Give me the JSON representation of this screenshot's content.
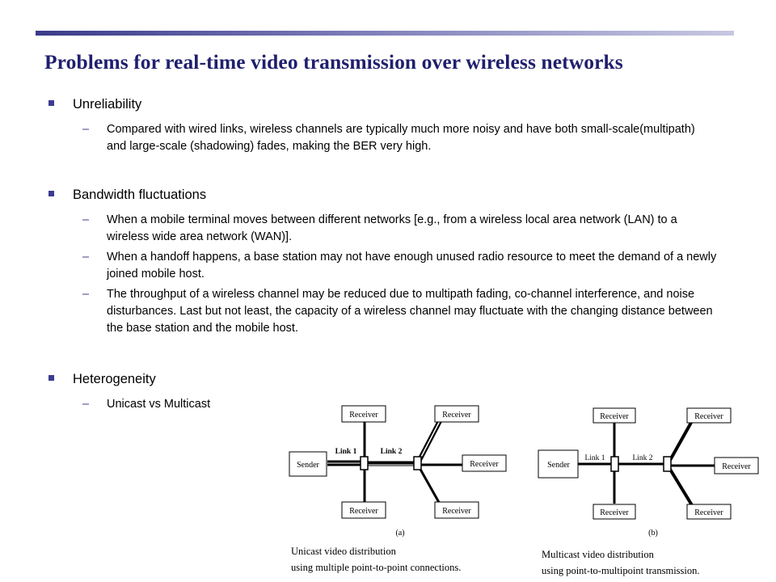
{
  "slide": {
    "title": "Problems for real-time video transmission over wireless networks",
    "sections": [
      {
        "heading": "Unreliability",
        "items": [
          "Compared with wired links, wireless channels are typically much more noisy and have both small-scale(multipath) and large-scale (shadowing) fades, making the BER very high."
        ]
      },
      {
        "heading": "Bandwidth fluctuations",
        "items": [
          "When a mobile terminal moves between different networks [e.g., from a wireless local area network (LAN) to a wireless wide area network (WAN)].",
          "When a handoff happens, a base station may not have enough unused radio resource to meet the demand of a newly joined mobile host.",
          "The throughput of a wireless channel may be reduced due to multipath fading, co-channel interference, and noise disturbances. Last but not least, the capacity of a wireless channel may fluctuate with the changing distance between the base station and the mobile host."
        ]
      },
      {
        "heading": "Heterogeneity",
        "items": [
          "Unicast vs Multicast"
        ]
      }
    ]
  },
  "diagrams": {
    "a": {
      "sender": "Sender",
      "receiver": "Receiver",
      "link1": "Link 1",
      "link2": "Link 2",
      "label": "(a)",
      "caption_line1": "Unicast video distribution",
      "caption_line2": "using multiple point-to-point connections."
    },
    "b": {
      "sender": "Sender",
      "receiver": "Receiver",
      "link1": "Link 1",
      "link2": "Link 2",
      "label": "(b)",
      "caption_line1": "Multicast video distribution",
      "caption_line2": "using point-to-multipoint transmission."
    }
  }
}
